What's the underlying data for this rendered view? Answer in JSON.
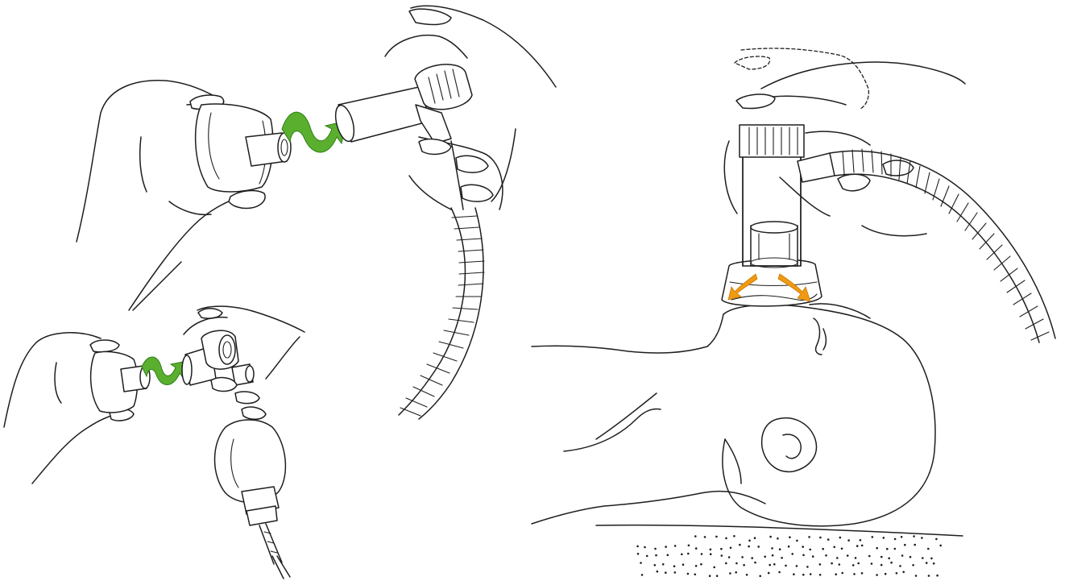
{
  "illustration": {
    "panels": [
      {
        "name": "connect-mask-to-tube"
      },
      {
        "name": "connect-mask-to-bag"
      },
      {
        "name": "apply-mask-to-infant"
      }
    ],
    "icons": [
      "arrow-connect-icon",
      "arrow-connect-icon",
      "airflow-arrow-icon",
      "airflow-arrow-icon"
    ]
  },
  "colors": {
    "line": "#1e1e1e",
    "connect_arrow": "#5ab02e",
    "airflow_arrow": "#ef9a12",
    "background": "#ffffff"
  }
}
